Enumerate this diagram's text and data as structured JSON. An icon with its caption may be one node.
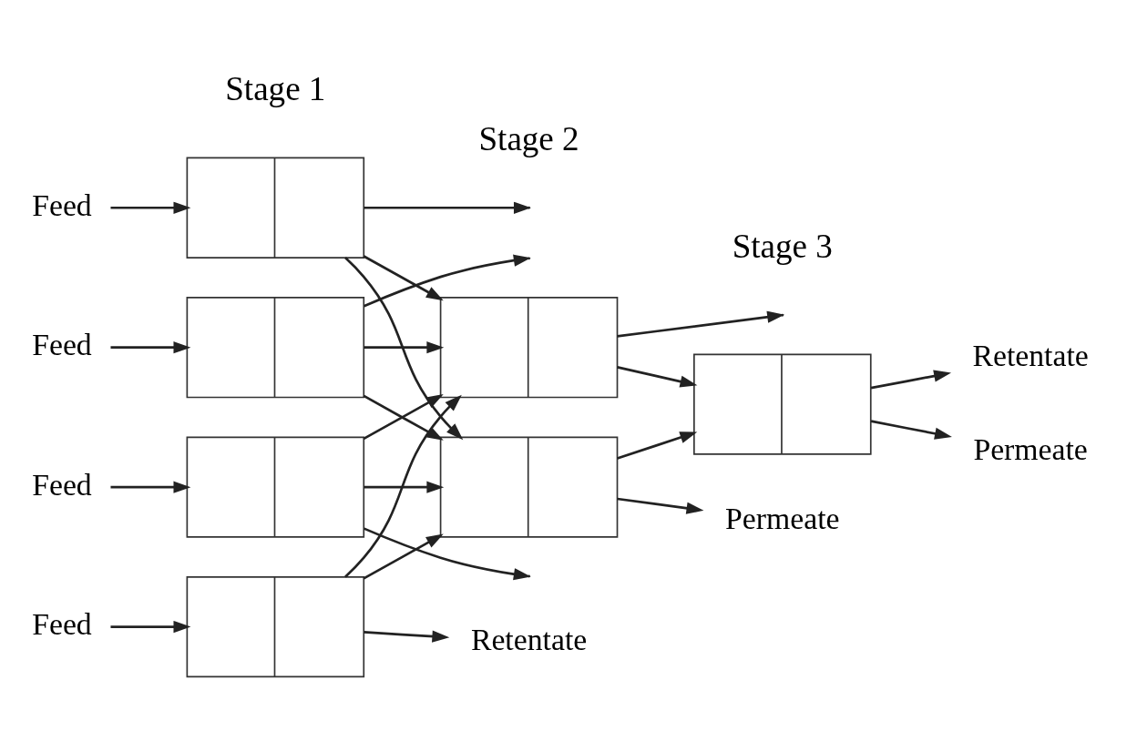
{
  "diagram": {
    "nodes": [
      {
        "text": [
          "Feed"
        ]
      },
      {
        "text": [],
        "shape": "box"
      },
      {
        "text": [
          "Feed"
        ]
      },
      {
        "text": [],
        "shape": "box"
      },
      {
        "text": [
          "Feed"
        ]
      },
      {
        "text": [],
        "shape": "box"
      },
      {
        "text": [
          "Feed"
        ]
      },
      {
        "text": [],
        "shape": "box"
      },
      {
        "text": [
          "Retentate"
        ]
      },
      {
        "text": [],
        "shape": "box"
      },
      {
        "text": [],
        "shape": "box"
      },
      {
        "text": [
          "Permeate"
        ]
      },
      {
        "text": [],
        "shape": "box"
      },
      {
        "text": [
          "Retentate"
        ]
      },
      {
        "text": [
          "Permeate"
        ]
      }
    ],
    "edges": [
      {
        "from": 0,
        "to": 1,
        "arrow": "to"
      },
      {
        "from": 2,
        "to": 3,
        "arrow": "to"
      },
      {
        "from": 4,
        "to": 5,
        "arrow": "to"
      },
      {
        "from": 6,
        "to": 7,
        "arrow": "to"
      },
      {
        "from": 1,
        "to": null,
        "arrow": "to"
      },
      {
        "from": 3,
        "to": null,
        "arrow": "to"
      },
      {
        "from": 5,
        "to": null,
        "arrow": "to"
      },
      {
        "from": 7,
        "to": 8,
        "arrow": "to"
      },
      {
        "from": 1,
        "to": 9,
        "arrow": "to"
      },
      {
        "from": 1,
        "to": 10,
        "arrow": "to"
      },
      {
        "from": 3,
        "to": 9,
        "arrow": "to"
      },
      {
        "from": 3,
        "to": 10,
        "arrow": "to"
      },
      {
        "from": 5,
        "to": 9,
        "arrow": "to"
      },
      {
        "from": 5,
        "to": 10,
        "arrow": "to"
      },
      {
        "from": 7,
        "to": 9,
        "arrow": "to"
      },
      {
        "from": 7,
        "to": 10,
        "arrow": "to"
      },
      {
        "from": 9,
        "to": null,
        "arrow": "to"
      },
      {
        "from": 10,
        "to": 11,
        "arrow": "to"
      },
      {
        "from": 9,
        "to": 12,
        "arrow": "to"
      },
      {
        "from": 10,
        "to": 12,
        "arrow": "to"
      },
      {
        "from": 12,
        "to": 13,
        "arrow": "to"
      },
      {
        "from": 12,
        "to": 14,
        "arrow": "to"
      }
    ],
    "labels": [
      "Stage 1",
      "Stage 2",
      "Stage 3"
    ]
  }
}
